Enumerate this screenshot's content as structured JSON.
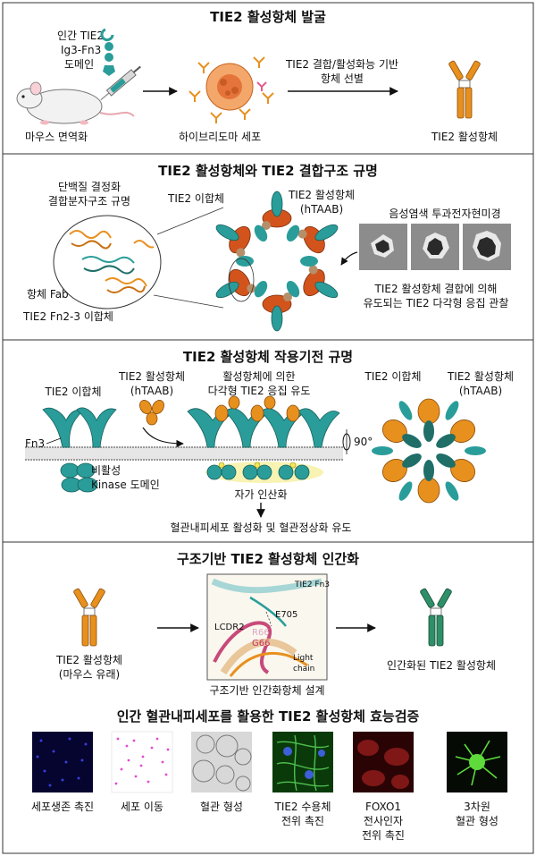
{
  "panel1": {
    "title": "TIE2 활성항체 발굴",
    "antigen_line1": "인간 TIE2",
    "antigen_line2": "Ig3-Fn3",
    "antigen_line3": "도메인",
    "mouse_label": "마우스 면역화",
    "hybridoma_label": "하이브리도마 세포",
    "select_line1": "TIE2 결합/활성화능 기반",
    "select_line2": "항체 선별",
    "antibody_label": "TIE2 활성항체"
  },
  "panel2": {
    "title": "TIE2 활성항체와 TIE2 결합구조 규명",
    "crystal_line1": "단백질 결정화",
    "crystal_line2": "결합분자구조 규명",
    "fab_label": "항체 Fab",
    "fn_label": "TIE2 Fn2-3 이합체",
    "dimer_label": "TIE2 이합체",
    "htaab_line1": "TIE2 활성항체",
    "htaab_line2": "(hTAAB)",
    "em_label": "음성염색 투과전자현미경",
    "obs_line1": "TIE2 활성항체 결합에 의해",
    "obs_line2": "유도되는 TIE2 다각형 응집 관찰"
  },
  "panel3": {
    "title": "TIE2 활성항체 작용기전 규명",
    "dimer_label": "TIE2 이합체",
    "htaab_line1": "TIE2 활성항체",
    "htaab_line2": "(hTAAB)",
    "cluster_line1": "활성항체에 의한",
    "cluster_line2": "다각형 TIE2 응집 유도",
    "fn3_label": "Fn3",
    "kinase_line1": "비활성",
    "kinase_line2": "Kinase 도메인",
    "phospho_label": "자가 인산화",
    "rotate_label": "90°",
    "dimer_label_right": "TIE2 이합체",
    "htaab_right_line1": "TIE2 활성항체",
    "htaab_right_line2": "(hTAAB)",
    "result_label": "혈관내피세포 활성화 및 혈관정상화 유도"
  },
  "panel4": {
    "title": "구조기반 TIE2 활성항체 인간화",
    "mouse_ab_line1": "TIE2 활성항체",
    "mouse_ab_line2": "(마우스 유래)",
    "fn3_label": "TIE2 Fn3",
    "e705_label": "E705",
    "lcdr2_label": "LCDR2",
    "r66_label": "R66",
    "g66_label": "G66",
    "light_line1": "Light",
    "light_line2": "chain",
    "design_label": "구조기반 인간화항체 설계",
    "human_ab_label": "인간화된 TIE2 활성항체"
  },
  "panel5": {
    "title": "인간 혈관내피세포를 활용한 TIE2 활성항체 효능검증",
    "images": [
      {
        "line1": "세포생존 촉진",
        "line2": "",
        "line3": ""
      },
      {
        "line1": "세포 이동",
        "line2": "",
        "line3": ""
      },
      {
        "line1": "혈관 형성",
        "line2": "",
        "line3": ""
      },
      {
        "line1": "TIE2 수용체",
        "line2": "전위 촉진",
        "line3": ""
      },
      {
        "line1": "FOXO1",
        "line2": "전사인자",
        "line3": "전위 촉진"
      },
      {
        "line1": "3차원",
        "line2": "혈관 형성",
        "line3": ""
      }
    ]
  },
  "colors": {
    "orange": "#e8901e",
    "teal": "#2a9d9a",
    "dark_teal": "#1f6e68",
    "red_orange": "#d2541c",
    "dark_green": "#1e7a5a"
  }
}
